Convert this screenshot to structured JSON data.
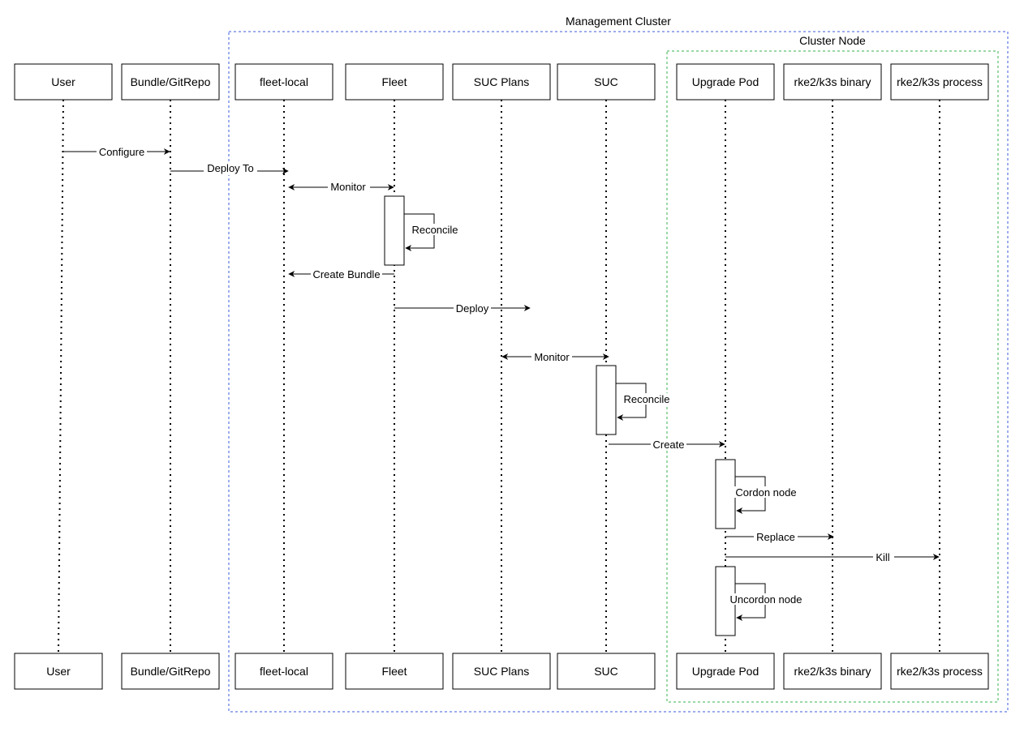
{
  "containers": {
    "management_cluster": {
      "label": "Management Cluster",
      "color": "#3b5bdb"
    },
    "cluster_node": {
      "label": "Cluster Node",
      "color": "#37b24d"
    }
  },
  "participants": [
    {
      "id": "user",
      "label": "User"
    },
    {
      "id": "bundle",
      "label": "Bundle/GitRepo"
    },
    {
      "id": "fleet_local",
      "label": "fleet-local"
    },
    {
      "id": "fleet",
      "label": "Fleet"
    },
    {
      "id": "suc_plans",
      "label": "SUC Plans"
    },
    {
      "id": "suc",
      "label": "SUC"
    },
    {
      "id": "upgrade_pod",
      "label": "Upgrade Pod"
    },
    {
      "id": "rke2_binary",
      "label": "rke2/k3s binary"
    },
    {
      "id": "rke2_process",
      "label": "rke2/k3s process"
    }
  ],
  "messages": [
    {
      "label": "Configure"
    },
    {
      "label": "Deploy To"
    },
    {
      "label": "Monitor"
    },
    {
      "label": "Reconcile"
    },
    {
      "label": "Create Bundle"
    },
    {
      "label": "Deploy"
    },
    {
      "label": "Monitor"
    },
    {
      "label": "Reconcile"
    },
    {
      "label": "Create"
    },
    {
      "label": "Cordon node"
    },
    {
      "label": "Replace"
    },
    {
      "label": "Kill"
    },
    {
      "label": "Uncordon node"
    }
  ]
}
